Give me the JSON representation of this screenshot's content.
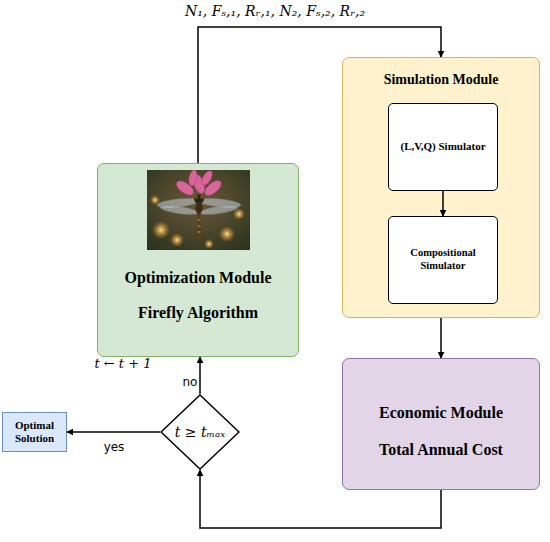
{
  "diagram": {
    "nodes": [
      {
        "text": [
          "Optimization Module",
          "Firefly Algorithm"
        ]
      },
      {
        "text": [
          "Simulation Module"
        ]
      },
      {
        "text": [
          "(L,V,Q) Simulator"
        ],
        "in": 1
      },
      {
        "text": [
          "Compositional Simulator"
        ],
        "in": 1
      },
      {
        "text": [
          "Economic Module",
          "Total Annual Cost"
        ]
      },
      {
        "text": [
          "t ≥ tₘₐₓ"
        ]
      },
      {
        "text": [
          "Optimal Solution"
        ]
      }
    ],
    "edges": [
      {
        "from": 0,
        "to": 1,
        "label": "N₁, Fₛ,₁, Rᵣ,₁, N₂, Fₛ,₂, Rᵣ,₂",
        "arrow": "to"
      },
      {
        "from": 2,
        "to": 3,
        "arrow": "to"
      },
      {
        "from": 1,
        "to": 4,
        "arrow": "to"
      },
      {
        "from": 4,
        "to": 5,
        "arrow": "to"
      },
      {
        "from": 5,
        "to": 0,
        "label": "no",
        "arrow": "to"
      },
      {
        "from": 5,
        "to": 6,
        "label": "yes",
        "arrow": "to"
      }
    ],
    "labels": [
      "t ← t + 1"
    ]
  }
}
